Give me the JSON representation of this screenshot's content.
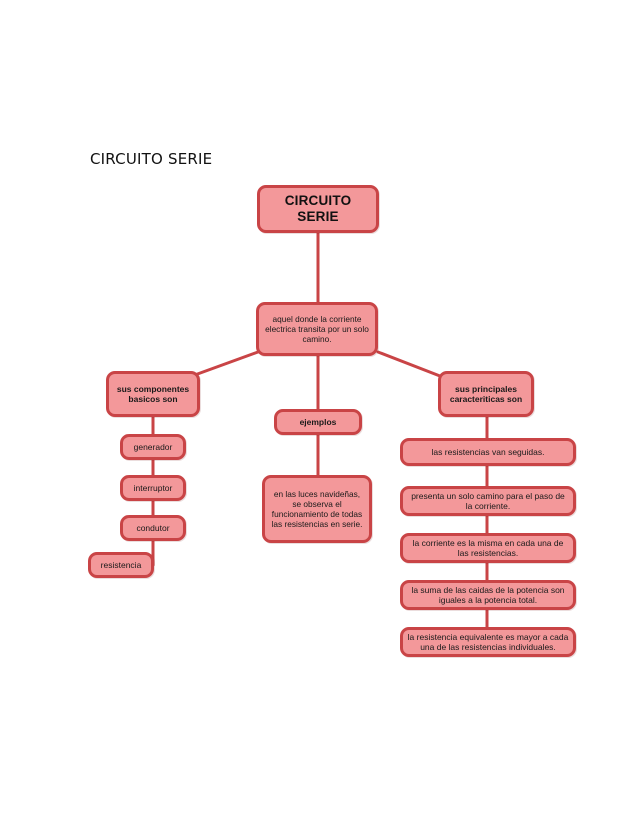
{
  "document": {
    "heading": "CIRCUITO SERIE"
  },
  "colors": {
    "node_fill": "#f3989a",
    "node_border": "#c94446",
    "connector": "#c94446"
  },
  "concept_map": {
    "root": "CIRCUITO SERIE",
    "definition": "aquel donde la corriente electrica transita por un solo camino.",
    "branches": {
      "components": {
        "label": "sus componentes basicos son",
        "items": [
          "generador",
          "interruptor",
          "condutor",
          "resistencia"
        ]
      },
      "examples": {
        "label": "ejemplos",
        "items": [
          "en las luces navideñas, se observa el funcionamiento de todas las resistencias en serie."
        ]
      },
      "characteristics": {
        "label": "sus principales caracteriticas son",
        "items": [
          "las resistencias van seguidas.",
          "presenta un solo camino para el paso de la corriente.",
          "la corriente es la misma en cada una de las resistencias.",
          "la suma de las caidas de la potencia son iguales a la potencia total.",
          "la resistencia equivalente es mayor a cada una  de las resistencias individuales."
        ]
      }
    }
  }
}
